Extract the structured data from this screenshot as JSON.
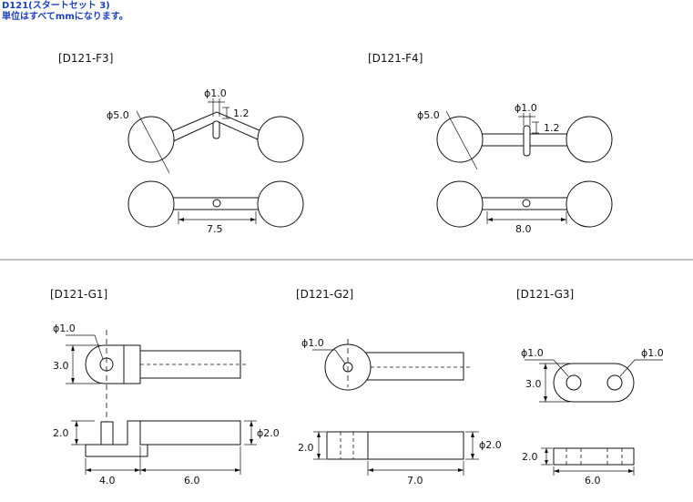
{
  "header": {
    "line1": "D121(スタートセット 3)",
    "line2": "単位はすべてmmになります。",
    "color": "#1a3fbf"
  },
  "parts": {
    "f3": {
      "label": "[D121-F3]",
      "dia_main": "ϕ5.0",
      "dia_pin": "ϕ1.0",
      "pin_len": "1.2",
      "span": "7.5"
    },
    "f4": {
      "label": "[D121-F4]",
      "dia_main": "ϕ5.0",
      "dia_pin": "ϕ1.0",
      "pin_len": "1.2",
      "span": "8.0"
    },
    "g1": {
      "label": "[D121-G1]",
      "dia_hole": "ϕ1.0",
      "height": "3.0",
      "thick_left": "2.0",
      "thick_right": "ϕ2.0",
      "len_a": "4.0",
      "len_b": "6.0"
    },
    "g2": {
      "label": "[D121-G2]",
      "dia_hole": "ϕ1.0",
      "thick_left": "2.0",
      "thick_right": "ϕ2.0",
      "len": "7.0"
    },
    "g3": {
      "label": "[D121-G3]",
      "dia_hole_left": "ϕ1.0",
      "dia_hole_right": "ϕ1.0",
      "height": "3.0",
      "thick": "2.0",
      "len": "6.0"
    }
  }
}
